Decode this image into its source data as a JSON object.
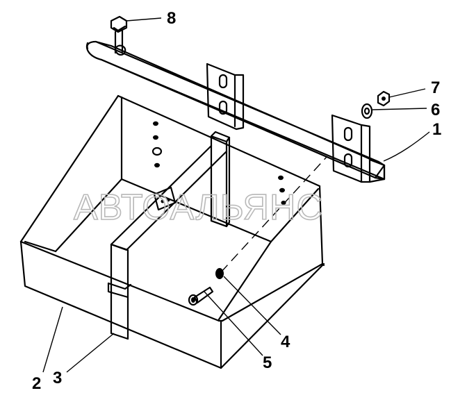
{
  "watermark": "АВТОАЛЬЯНС",
  "callouts": [
    {
      "id": "1",
      "label": "1"
    },
    {
      "id": "2",
      "label": "2"
    },
    {
      "id": "3",
      "label": "3"
    },
    {
      "id": "4",
      "label": "4"
    },
    {
      "id": "5",
      "label": "5"
    },
    {
      "id": "6",
      "label": "6"
    },
    {
      "id": "7",
      "label": "7"
    },
    {
      "id": "8",
      "label": "8"
    }
  ],
  "colors": {
    "ink": "#000000",
    "watermark": "#b8b8b8",
    "background": "#ffffff"
  }
}
